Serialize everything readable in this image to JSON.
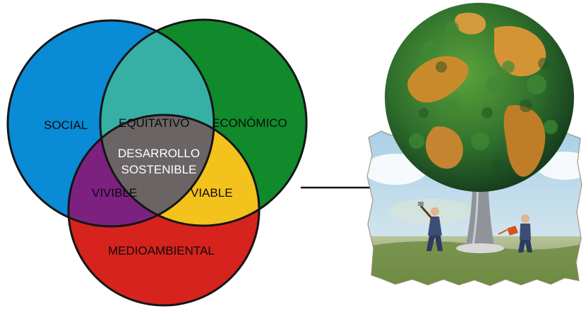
{
  "diagram": {
    "sets": [
      {
        "key": "social",
        "label": "SOCIAL",
        "color": "#0a8bd6"
      },
      {
        "key": "economico",
        "label": "ECONÓMICO",
        "color": "#108a2b"
      },
      {
        "key": "medioambiental",
        "label": "MEDIOAMBIENTAL",
        "color": "#d6231d"
      }
    ],
    "intersections": {
      "equitativo": {
        "label": "EQUITATIVO",
        "color": "#36b0a5"
      },
      "vivible": {
        "label": "VIVIBLE",
        "color": "#7d2181"
      },
      "viable": {
        "label": "VIABLE",
        "color": "#f4c21c"
      },
      "center": {
        "line1": "DESARROLLO",
        "line2": "SOSTENIBLE",
        "color": "#6b6465"
      }
    }
  },
  "illustration": {
    "icon": "tree-globe-icon",
    "caption": ""
  }
}
